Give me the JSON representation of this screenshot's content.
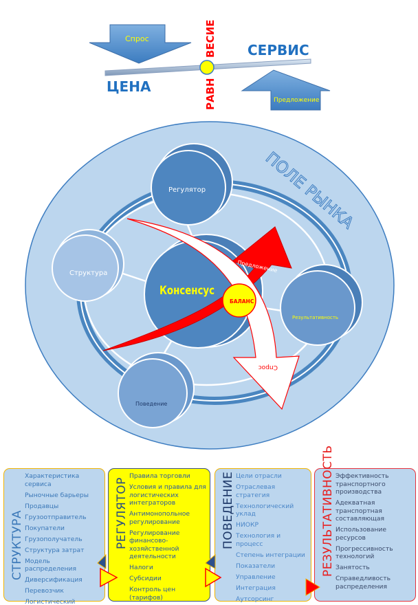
{
  "top": {
    "demand_label": "Спрос",
    "supply_label": "Предложение",
    "price_label": "ЦЕНА",
    "service_label": "СЕРВИС",
    "equilibrium_top": "ВЕСИЕ",
    "equilibrium_bottom": "РАВН"
  },
  "field": {
    "title": "ПОЛЕ РЫНКА",
    "regulator": "Регулятор",
    "structure": "Структура",
    "consensus": "Консенсус",
    "performance": "Результативность",
    "behavior": "Поведение",
    "balance": "БАЛАНС",
    "supply_arrow": "Предложение",
    "demand_arrow": "Спрос"
  },
  "colors": {
    "accent_red": "#ff0000",
    "yellow": "#ffff00",
    "blue_dark": "#4a7fb8",
    "blue_light": "#bcd6ee"
  },
  "boxes": [
    {
      "title": "СТРУКТУРА",
      "items": [
        "Характеристика сервиса",
        "Рыночные барьеры",
        "Продавцы",
        "Грузоотправитель",
        "Покупатели",
        "Грузополучатель",
        "Структура затрат",
        "Модель распределения",
        "Диверсификация",
        "Перевозчик",
        "Логистический интегратор"
      ]
    },
    {
      "title": "РЕГУЛЯТОР",
      "items": [
        "Правила торговли",
        "Условия и правила для логистических интеграторов",
        "Антимонопольное регулирование",
        "Регулирование финансово-хозяйственной деятельности",
        "Налоги",
        "Субсидии",
        "Контроль цен (тарифов)"
      ]
    },
    {
      "title": "ПОВЕДЕНИЕ",
      "items": [
        "Цели отрасли",
        "Отраслевая стратегия",
        "Технологический уклад",
        "НИОКР",
        "Технология и процесс",
        "Степень интеграции",
        "Показатели",
        "Управление",
        "Интеграция",
        "Аутсорсинг"
      ]
    },
    {
      "title": "РЕЗУЛЬТАТИВНОСТЬ",
      "items": [
        "Эффективность транспортного производства",
        "Адекватная транспортная составляющая",
        "Использование ресурсов",
        "Прогрессивность технологий",
        "Занятость",
        "Справедливость распределения"
      ]
    }
  ]
}
